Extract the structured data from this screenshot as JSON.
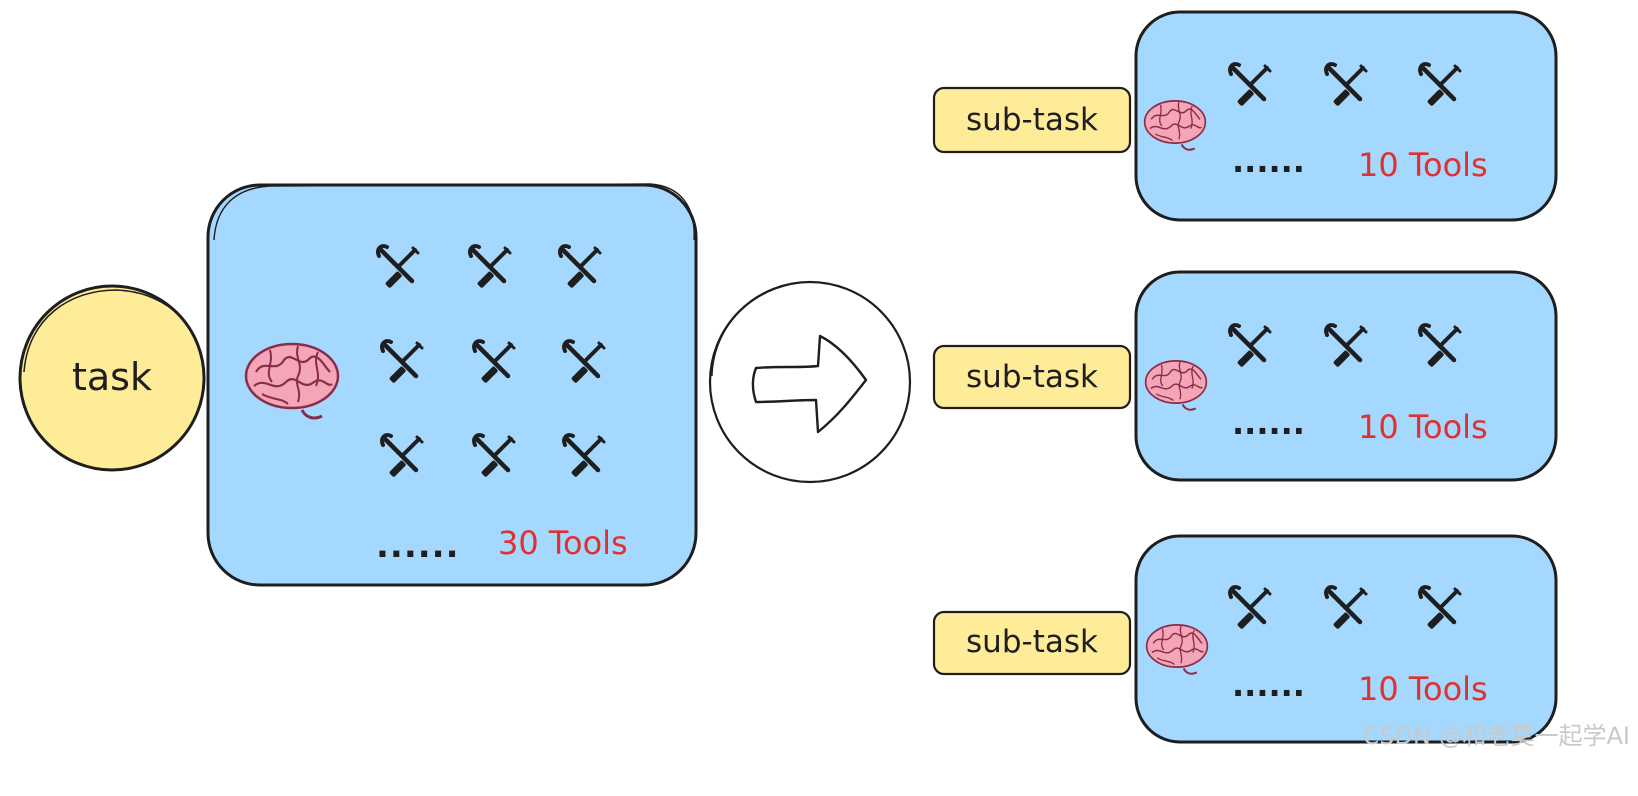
{
  "task_label": "task",
  "main_box": {
    "ellipsis": "......",
    "tools_label": "30 Tools"
  },
  "subtasks": [
    {
      "label": "sub-task",
      "ellipsis": "......",
      "tools_label": "10 Tools"
    },
    {
      "label": "sub-task",
      "ellipsis": "......",
      "tools_label": "10 Tools"
    },
    {
      "label": "sub-task",
      "ellipsis": "......",
      "tools_label": "10 Tools"
    }
  ],
  "watermark": "CSDN @和老莫一起学AI",
  "colors": {
    "box_fill": "#a5d8ff",
    "yellow_fill": "#ffec99",
    "stroke": "#1e1e1e",
    "accent_red": "#e03131",
    "brain": "#f4a6b8"
  },
  "icons": {
    "brain": "brain-icon",
    "tool": "tools-icon",
    "arrow": "arrow-right-icon"
  }
}
